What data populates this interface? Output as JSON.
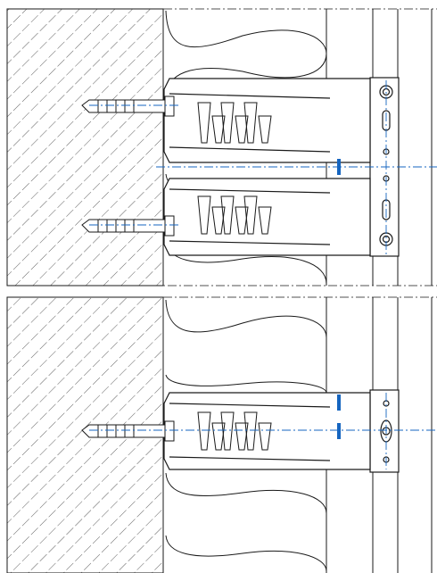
{
  "drawing": {
    "views": [
      {
        "id": "top",
        "brackets": 2
      },
      {
        "id": "bottom",
        "brackets": 1
      }
    ],
    "colors": {
      "line": "#1a1a1a",
      "axis": "#1565c0",
      "background": "#ffffff"
    },
    "icons": [
      "wall-hatch",
      "insulation-wool",
      "anchor-dowel",
      "bracket-profile",
      "slotted-hole",
      "center-mark"
    ]
  }
}
